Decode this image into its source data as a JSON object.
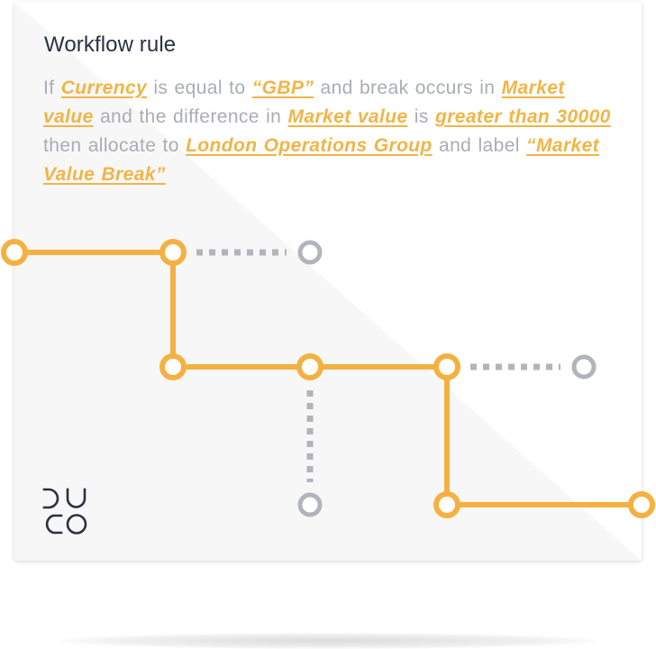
{
  "card": {
    "title": "Workflow rule",
    "rule": [
      {
        "type": "text",
        "text": "If "
      },
      {
        "type": "token",
        "text": "Currency"
      },
      {
        "type": "text",
        "text": " is equal to "
      },
      {
        "type": "token",
        "text": "“GBP”"
      },
      {
        "type": "text",
        "text": " and break occurs in "
      },
      {
        "type": "token",
        "text": "Market value"
      },
      {
        "type": "text",
        "text": " and the difference in "
      },
      {
        "type": "token",
        "text": "Market value"
      },
      {
        "type": "text",
        "text": " is "
      },
      {
        "type": "token",
        "text": "greater than 30000"
      },
      {
        "type": "text",
        "text": " then allocate to "
      },
      {
        "type": "token",
        "text": "London Operations Group"
      },
      {
        "type": "text",
        "text": " and label "
      },
      {
        "type": "token",
        "text": "“Market Value Break”"
      }
    ]
  },
  "logo": {
    "text": "DUCO"
  },
  "colors": {
    "accent": "#f4b142",
    "muted": "#a9adb3",
    "node_inactive": "#b1b5bb",
    "title": "#2a3140"
  }
}
